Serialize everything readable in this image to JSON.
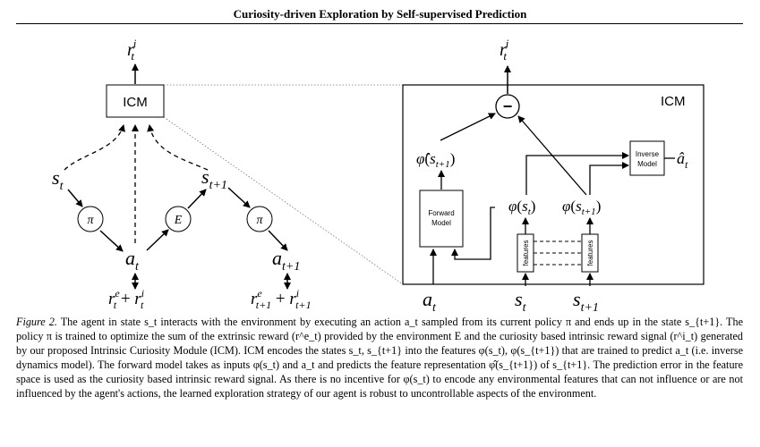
{
  "header": {
    "title": "Curiosity-driven Exploration by Self-supervised Prediction"
  },
  "left_diagram": {
    "icm_box_label": "ICM",
    "reward_output": {
      "base": "r",
      "sup": "i",
      "sub": "t"
    },
    "state_t": {
      "base": "s",
      "sub": "t"
    },
    "state_t1": {
      "base": "s",
      "sub": "t+1"
    },
    "policy_node_1": "π",
    "policy_node_2": "π",
    "env_node": "E",
    "action_t": {
      "base": "a",
      "sub": "t"
    },
    "action_t1": {
      "base": "a",
      "sub": "t+1"
    },
    "reward_sum_t": {
      "r": "r",
      "e_sup": "e",
      "i_sup": "i",
      "sub": "t",
      "plus": " + "
    },
    "reward_sum_t1": {
      "r": "r",
      "e_sup": "e",
      "i_sup": "i",
      "sub": "t+1",
      "plus": " + "
    }
  },
  "right_diagram": {
    "panel_label": "ICM",
    "reward_output": {
      "base": "r",
      "sup": "i",
      "sub": "t"
    },
    "minus_symbol": "−",
    "phi_hat_label": {
      "hat": "φ̂",
      "open": "(",
      "base": "s",
      "sub": "t+1",
      "close": ")"
    },
    "phi_t_label": {
      "phi": "φ",
      "open": "(",
      "base": "s",
      "sub": "t",
      "close": ")"
    },
    "phi_t1_label": {
      "phi": "φ",
      "open": "(",
      "base": "s",
      "sub": "t+1",
      "close": ")"
    },
    "forward_model_line1": "Forward",
    "forward_model_line2": "Model",
    "inverse_model_line1": "Inverse",
    "inverse_model_line2": "Model",
    "a_hat_label": {
      "base": "â",
      "sub": "t"
    },
    "features_label_1": "features",
    "features_label_2": "features",
    "input_a": {
      "base": "a",
      "sub": "t"
    },
    "input_s": {
      "base": "s",
      "sub": "t"
    },
    "input_s1": {
      "base": "s",
      "sub": "t+1"
    }
  },
  "caption": {
    "label": "Figure 2.",
    "text": " The agent in state s_t interacts with the environment by executing an action a_t sampled from its current policy π and ends up in the state s_{t+1}. The policy π is trained to optimize the sum of the extrinsic reward (r^e_t) provided by the environment E and the curiosity based intrinsic reward signal (r^i_t) generated by our proposed Intrinsic Curiosity Module (ICM). ICM encodes the states s_t, s_{t+1} into the features φ(s_t), φ(s_{t+1}) that are trained to predict a_t (i.e. inverse dynamics model). The forward model takes as inputs φ(s_t) and a_t and predicts the feature representation φ̂(s_{t+1}) of s_{t+1}. The prediction error in the feature space is used as the curiosity based intrinsic reward signal. As there is no incentive for φ(s_t) to encode any environmental features that can not influence or are not influenced by the agent's actions, the learned exploration strategy of our agent is robust to uncontrollable aspects of the environment."
  }
}
